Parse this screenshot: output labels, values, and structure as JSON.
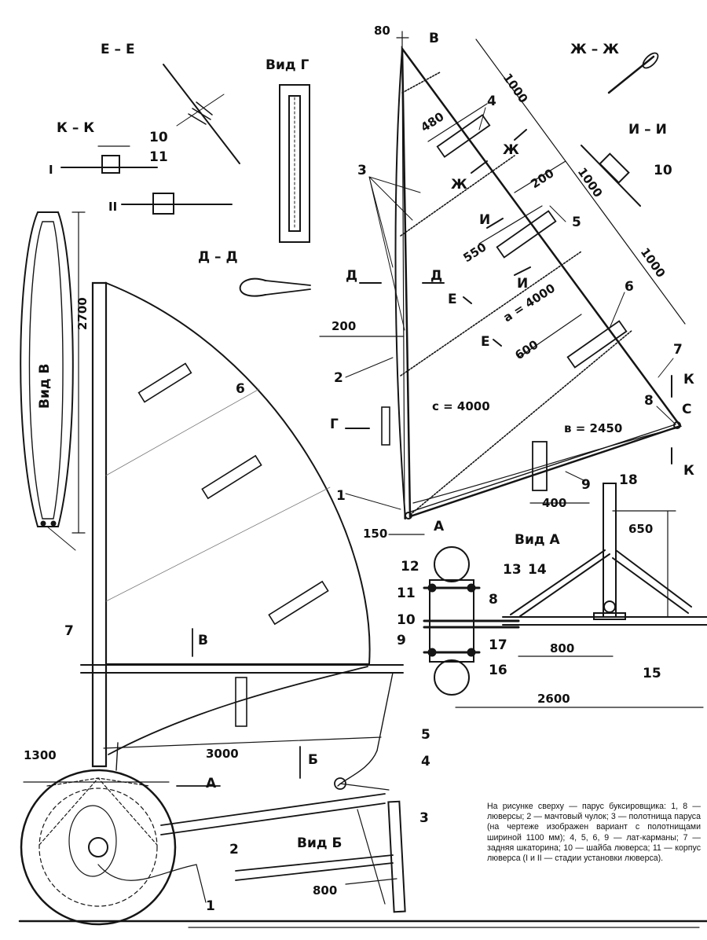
{
  "sections": {
    "ee": "Е – Е",
    "vid_g": "Вид Г",
    "kk": "К – К",
    "dd": "Д – Д",
    "zhzh": "Ж – Ж",
    "ii": "И – И",
    "vid_v": "Вид В",
    "vid_a": "Вид А",
    "vid_b": "Вид Б"
  },
  "sail_top": {
    "dim_80": "80",
    "B": "В",
    "dim_1000a": "1000",
    "dim_480": "480",
    "n4": "4",
    "Zh1": "Ж",
    "Zh2": "Ж",
    "dim_200a": "200",
    "n3": "3",
    "n5": "5",
    "I1": "И",
    "I2": "И",
    "dim_550": "550",
    "dim_1000b": "1000",
    "n10": "10",
    "dim_1000c": "1000",
    "D1": "Д",
    "D2": "Д",
    "E1": "Е",
    "E2": "Е",
    "a_eq": "а = 4000",
    "n6": "6",
    "dim_600": "600",
    "dim_200b": "200",
    "n2": "2",
    "n7": "7",
    "K1": "К",
    "K2": "К",
    "c_eq": "с = 4000",
    "n8": "8",
    "C": "С",
    "G": "Г",
    "b_eq": "в = 2450",
    "n1": "1",
    "n9": "9",
    "dim_400": "400",
    "dim_150": "150",
    "A": "А"
  },
  "kk_detail": {
    "n10": "10",
    "n11": "11",
    "I": "I",
    "II": "II"
  },
  "batten": {
    "dim_2700": "2700"
  },
  "main": {
    "n6": "6",
    "n7": "7",
    "B": "В",
    "dim_3000": "3000",
    "dim_1300": "1300",
    "A": "А",
    "Bv": "Б",
    "n5": "5",
    "n4": "4",
    "n3": "3",
    "n2": "2",
    "n1": "1",
    "dim_800": "800"
  },
  "vid_a": {
    "n12": "12",
    "n11": "11",
    "n10": "10",
    "n9": "9",
    "n8": "8",
    "n17": "17",
    "n16": "16",
    "n13": "13",
    "n14": "14",
    "n18": "18",
    "dim_650": "650",
    "dim_800": "800",
    "n15": "15",
    "dim_2600": "2600"
  },
  "caption": "На рисунке сверху — парус буксировщика: 1, 8 — люверсы; 2 — мачтовый чулок; 3 — полотнища паруса (на чертеже изображен вариант с полотнищами шириной 1100 мм); 4, 5, 6, 9 — лат-карманы; 7 — задняя шкаторина; 10 — шайба люверса; 11 — корпус люверса (I и II — стадии установки люверса)."
}
